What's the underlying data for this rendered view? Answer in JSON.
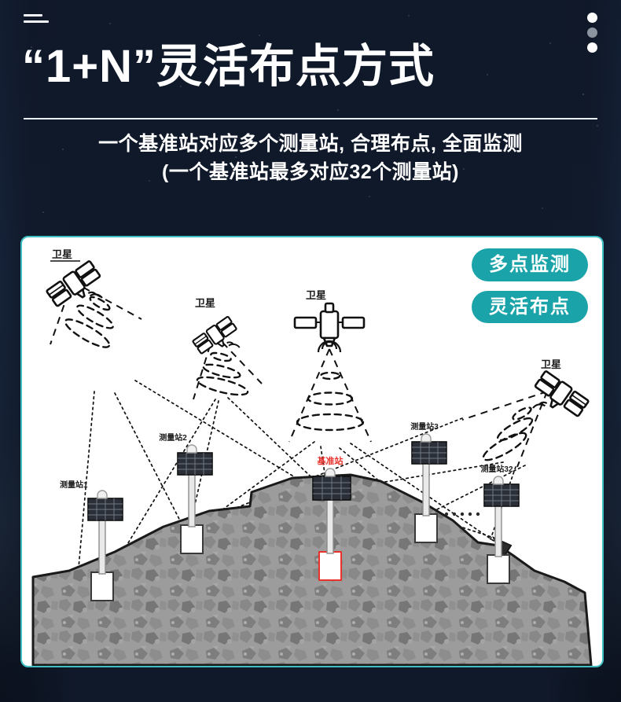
{
  "header": {
    "menu_icon": "hamburger-icon",
    "more_icon": "vertical-dots-icon",
    "title": "“1+N”灵活布点方式",
    "subtitle_line1": "一个基准站对应多个测量站, 合理布点, 全面监测",
    "subtitle_line2": "(一个基准站最多对应32个测量站)"
  },
  "colors": {
    "accent_teal": "#1aa3a8",
    "card_border": "#3ec0c3",
    "base_station_red": "#e8322b",
    "background_dark": "#16243c",
    "text_white": "#ffffff"
  },
  "card": {
    "badges": [
      {
        "label": "多点监测"
      },
      {
        "label": "灵活布点"
      }
    ],
    "diagram": {
      "satellites": [
        {
          "label": "卫星",
          "id": "satellite-left"
        },
        {
          "label": "卫星",
          "id": "satellite-mid-left"
        },
        {
          "label": "卫星",
          "id": "satellite-center"
        },
        {
          "label": "卫星",
          "id": "satellite-right"
        }
      ],
      "base_station": {
        "label": "基准站"
      },
      "measuring_stations": [
        {
          "label": "测量站1"
        },
        {
          "label": "测量站2"
        },
        {
          "label": "测量站3"
        },
        {
          "label": "测量站32"
        }
      ],
      "ellipsis": "· · · · ·"
    }
  }
}
